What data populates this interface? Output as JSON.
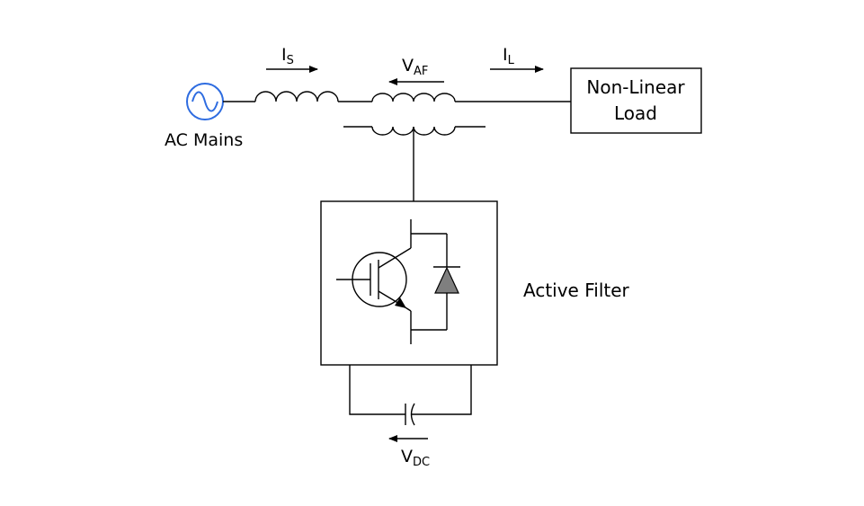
{
  "colors": {
    "source": "#2e6ce0",
    "diode_fill": "#7f7f7f",
    "line": "#000000"
  },
  "labels": {
    "source": "AC Mains",
    "load_line1": "Non-Linear",
    "load_line2": "Load",
    "filter": "Active Filter"
  },
  "currents": {
    "is_main": "I",
    "is_sub": "S",
    "il_main": "I",
    "il_sub": "L"
  },
  "voltages": {
    "vaf_main": "V",
    "vaf_sub": "AF",
    "vdc_main": "V",
    "vdc_sub": "DC"
  },
  "icons": {
    "source": "ac-source-icon",
    "transistor": "igbt-icon",
    "diode": "diode-icon",
    "capacitor": "capacitor-icon"
  }
}
